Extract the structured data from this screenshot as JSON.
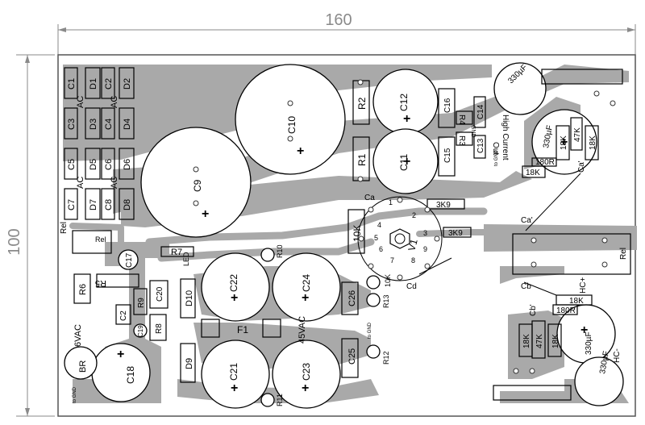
{
  "dimensions": {
    "width_label": "160",
    "height_label": "100"
  },
  "components": {
    "c1": "C1",
    "c2": "C2",
    "c3": "C3",
    "c4": "C4",
    "c5": "C5",
    "c6": "C6",
    "c7": "C7",
    "c8": "C8",
    "d1": "D1",
    "d2": "D2",
    "d3": "D3",
    "d4": "D4",
    "d5": "D5",
    "d6": "D6",
    "d7": "D7",
    "d8": "D8",
    "ac1": "AC",
    "ac2": "AC",
    "ac3": "AC",
    "ac4": "AC",
    "c9": "C9",
    "c10": "C10",
    "c11": "C11",
    "c12": "C12",
    "c13": "C13",
    "c14": "C14",
    "c15": "C15",
    "c16": "C16",
    "c17": "C17",
    "c18": "C18",
    "c19": "C19",
    "c20": "C20",
    "c21": "C21",
    "c22": "C22",
    "c23": "C23",
    "c24": "C24",
    "c25": "C25",
    "c26": "C26",
    "r1": "R1",
    "r2": "R2",
    "r3": "R3",
    "r4": "R4",
    "r5": "R5",
    "r6": "R6",
    "r7": "R7",
    "r8": "R8",
    "r9": "R9",
    "r10": "R10",
    "r11": "R11",
    "r12": "R12",
    "r13": "R13",
    "d9": "D9",
    "d10": "D10",
    "f1": "F1",
    "br": "BR",
    "v1": "V1",
    "rel": "Rel",
    "led": "LED"
  },
  "labels": {
    "cap330_top": "330µF",
    "cap330_mid": "330µF",
    "cap330_r": "330µF",
    "cap330_br": "330µF",
    "r18k_a": "18K",
    "r18k_b": "18K",
    "r18k_c": "18K",
    "r18k_d": "18K",
    "r18k_e": "18K",
    "r18k_f": "18K",
    "r47k_a": "47K",
    "r47k_b": "47K",
    "r180_a": "180R",
    "r180_b": "180R",
    "r3k9_a": "3K9",
    "r3k9_b": "3K9",
    "r10k_a": "10K",
    "r10k_b": "10K",
    "out": "Out",
    "high_current": "High Current",
    "gnd": "GND",
    "ca": "Ca",
    "ca_p": "Ca'",
    "ca_pp": "Ca'",
    "cb": "Cb",
    "cb_p": "Cb'",
    "cd": "Cd",
    "hc_plus": "HC+",
    "hc_minus": "HC-",
    "vac6": "6VAC",
    "vac45": "45VAC",
    "to_gnd": "to GND",
    "rel_left": "Rel"
  },
  "tube_pins": [
    "1",
    "2",
    "3",
    "4",
    "5",
    "6",
    "7",
    "8",
    "9"
  ]
}
